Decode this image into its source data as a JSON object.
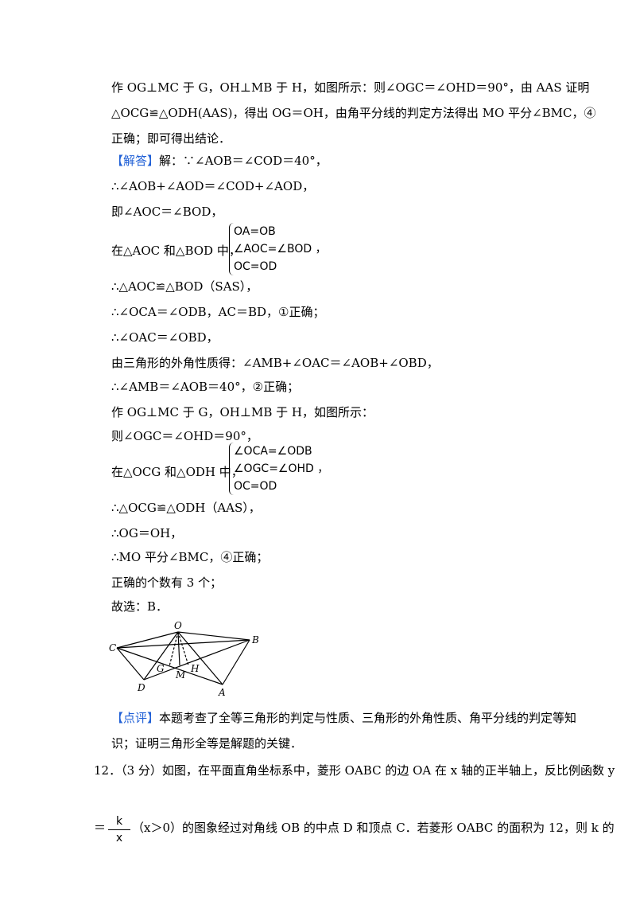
{
  "lines": {
    "l1": "作 OG⊥MC 于 G，OH⊥MB 于 H，如图所示：则∠OGC＝∠OHD＝90°，由 AAS 证明",
    "l2": "△OCG≌△ODH(AAS)，得出 OG＝OH，由角平分线的判定方法得出 MO 平分∠BMC，④",
    "l3": "正确；即可得出结论．",
    "answer_tag": "【解答】",
    "l4": "解：∵∠AOB＝∠COD＝40°，",
    "l5": "∴∠AOB+∠AOD＝∠COD+∠AOD，",
    "l6": "即∠AOC＝∠BOD，",
    "l7_label": "在△AOC 和△BOD 中，",
    "l8": "∴△AOC≌△BOD（SAS），",
    "l9": "∴∠OCA＝∠ODB，AC＝BD，①正确；",
    "l10": "∴∠OAC＝∠OBD，",
    "l11": "由三角形的外角性质得：∠AMB+∠OAC＝∠AOB+∠OBD，",
    "l12": "∴∠AMB＝∠AOB＝40°，②正确；",
    "l13": "作 OG⊥MC 于 G，OH⊥MB 于 H，如图所示：",
    "l14": "则∠OGC＝∠OHD＝90°，",
    "l15_label": "在△OCG 和△ODH 中，",
    "l16": "∴△OCG≌△ODH（AAS），",
    "l17": "∴OG＝OH，",
    "l18": "∴MO 平分∠BMC，④正确；",
    "l19": "正确的个数有 3 个；",
    "l20": "故选：B．",
    "comment_tag": "【点评】",
    "l21": "本题考查了全等三角形的判定与性质、三角形的外角性质、角平分线的判定等知",
    "l22": "识；证明三角形全等是解题的关键．",
    "l23": "12．（3 分）如图，在平面直角坐标系中，菱形 OABC 的边 OA 在 x 轴的正半轴上，反比例函数 y",
    "l24_prefix": "＝",
    "l24_rest": "（x＞0）的图象经过对角线 OB 的中点 D 和顶点 C．若菱形 OABC 的面积为 12，则 k 的"
  },
  "system1": {
    "row1": "OA=OB",
    "row2": "∠AOC=∠BOD",
    "row3": "OC=OD",
    "tail": "，"
  },
  "system2": {
    "row1": "∠OCA=∠ODB",
    "row2": "∠OGC=∠OHD",
    "row3": "OC=OD",
    "tail": "，"
  },
  "fraction": {
    "numerator": "k",
    "denominator": "x"
  },
  "figure": {
    "labels": {
      "O": "O",
      "C": "C",
      "B": "B",
      "G": "G",
      "H": "H",
      "M": "M",
      "D": "D",
      "A": "A"
    }
  }
}
